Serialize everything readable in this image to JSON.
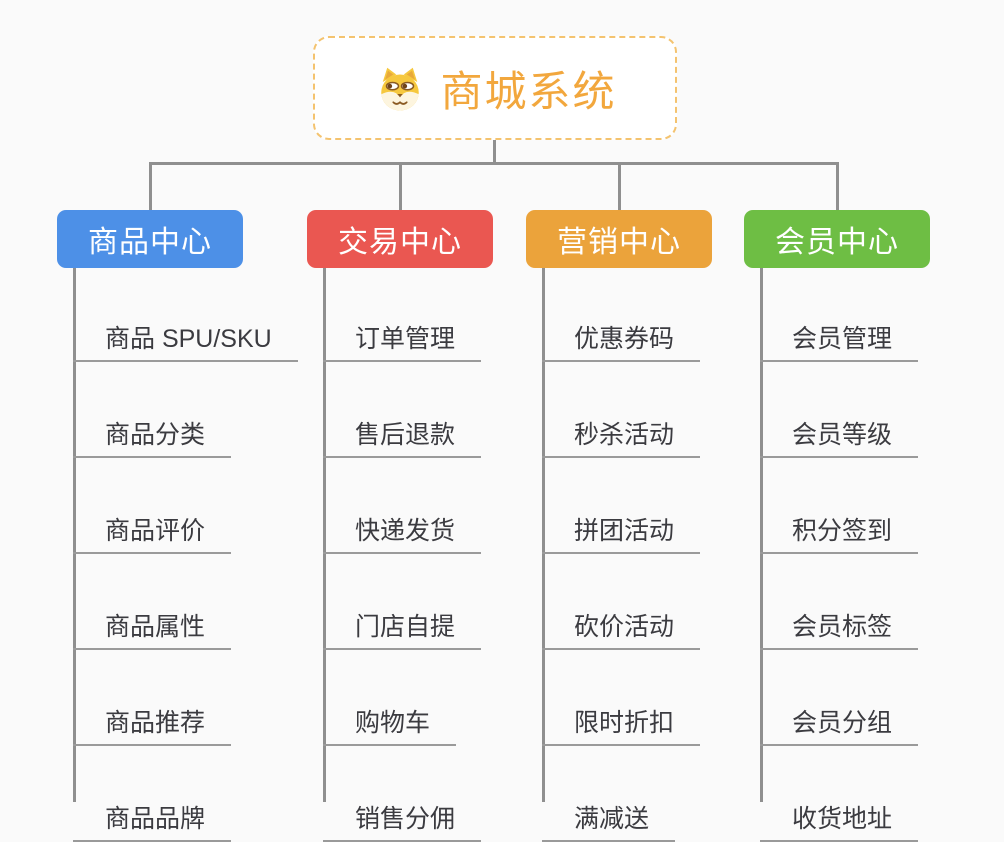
{
  "page": {
    "background_color": "#fafafa",
    "connector_color": "#8f8f8f",
    "underline_color": "#9a9a9a"
  },
  "root": {
    "title": "商城系统",
    "icon": "shiba-dog-icon",
    "text_color": "#f2a73d",
    "border_color": "#f4c36f"
  },
  "branches": [
    {
      "label": "商品中心",
      "color": "#4d90e7",
      "children": [
        "商品 SPU/SKU",
        "商品分类",
        "商品评价",
        "商品属性",
        "商品推荐",
        "商品品牌"
      ]
    },
    {
      "label": "交易中心",
      "color": "#ea5751",
      "children": [
        "订单管理",
        "售后退款",
        "快递发货",
        "门店自提",
        "购物车",
        "销售分佣"
      ]
    },
    {
      "label": "营销中心",
      "color": "#eba33b",
      "children": [
        "优惠券码",
        "秒杀活动",
        "拼团活动",
        "砍价活动",
        "限时折扣",
        "满减送"
      ]
    },
    {
      "label": "会员中心",
      "color": "#6ebe44",
      "children": [
        "会员管理",
        "会员等级",
        "积分签到",
        "会员标签",
        "会员分组",
        "收货地址"
      ]
    }
  ]
}
